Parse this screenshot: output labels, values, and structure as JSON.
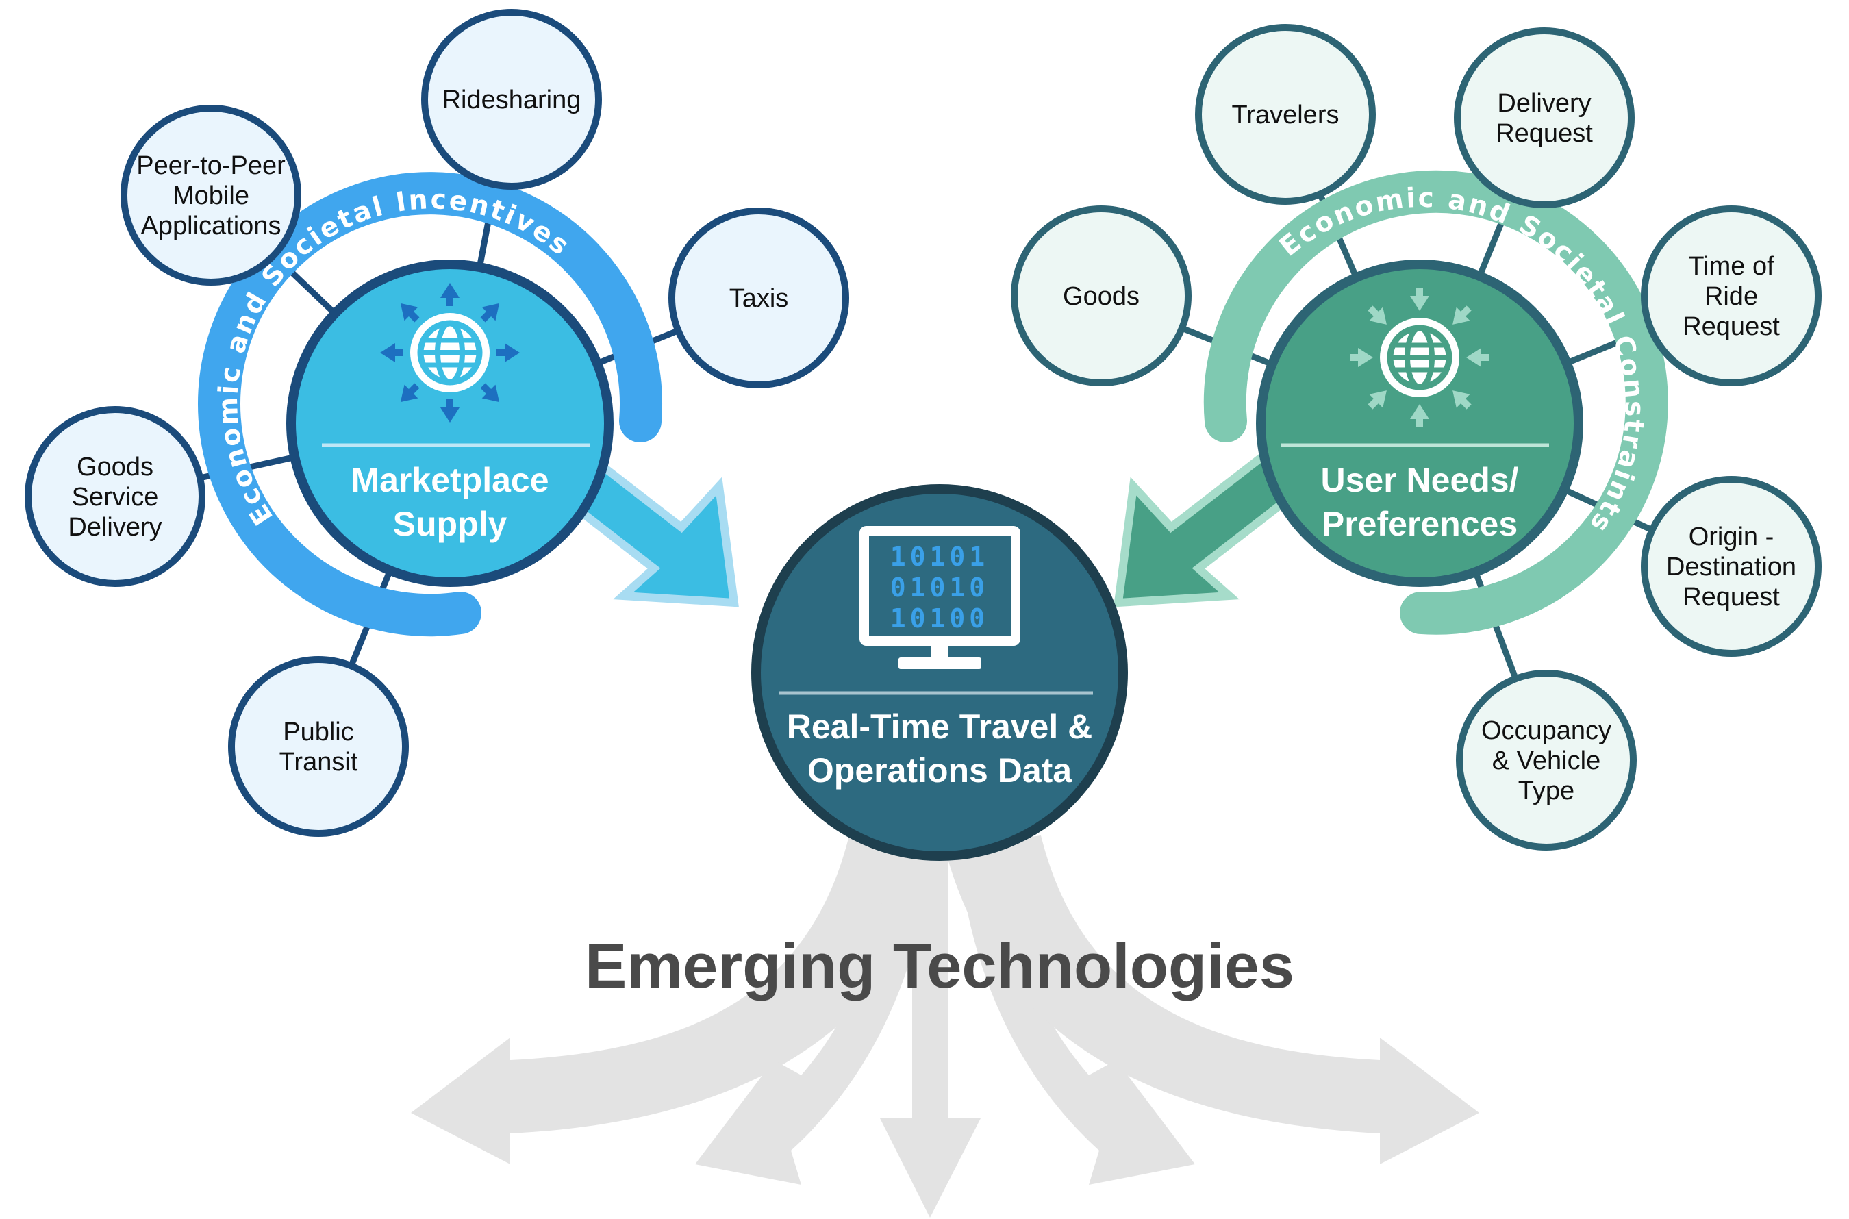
{
  "title": "Emerging Technologies",
  "center_hub": {
    "line1": "Real-Time Travel &",
    "line2": "Operations Data",
    "binary": [
      "10101",
      "01010",
      "10100"
    ]
  },
  "supply_hub": {
    "line1": "Marketplace",
    "line2": "Supply",
    "arc_label": "Economic and Societal Incentives",
    "nodes": [
      {
        "lines": [
          "Ridesharing"
        ]
      },
      {
        "lines": [
          "Peer-to-Peer",
          "Mobile",
          "Applications"
        ]
      },
      {
        "lines": [
          "Taxis"
        ]
      },
      {
        "lines": [
          "Goods",
          "Service",
          "Delivery"
        ]
      },
      {
        "lines": [
          "Public",
          "Transit"
        ]
      }
    ]
  },
  "demand_hub": {
    "line1": "User Needs/",
    "line2": "Preferences",
    "arc_label": "Economic and Societal Constraints",
    "nodes": [
      {
        "lines": [
          "Travelers"
        ]
      },
      {
        "lines": [
          "Delivery",
          "Request"
        ]
      },
      {
        "lines": [
          "Goods"
        ]
      },
      {
        "lines": [
          "Time of",
          "Ride",
          "Request"
        ]
      },
      {
        "lines": [
          "Origin -",
          "Destination",
          "Request"
        ]
      },
      {
        "lines": [
          "Occupancy",
          "& Vehicle",
          "Type"
        ]
      }
    ]
  },
  "colors": {
    "supply_hub": "#3bbde3",
    "supply_ring": "#40a6ee",
    "supply_border": "#1b4b7b",
    "supply_node_fill": "#eaf5fd",
    "demand_hub": "#48a086",
    "demand_ring": "#7fc9b1",
    "demand_border": "#2d6474",
    "demand_node_fill": "#edf7f4",
    "center_fill": "#2d6a80",
    "center_border": "#1e3f4e",
    "gray_arrows": "#e3e3e3",
    "title": "#4a4a4a"
  },
  "icons": [
    "globe-expand-icon",
    "globe-converge-icon",
    "monitor-icon"
  ]
}
